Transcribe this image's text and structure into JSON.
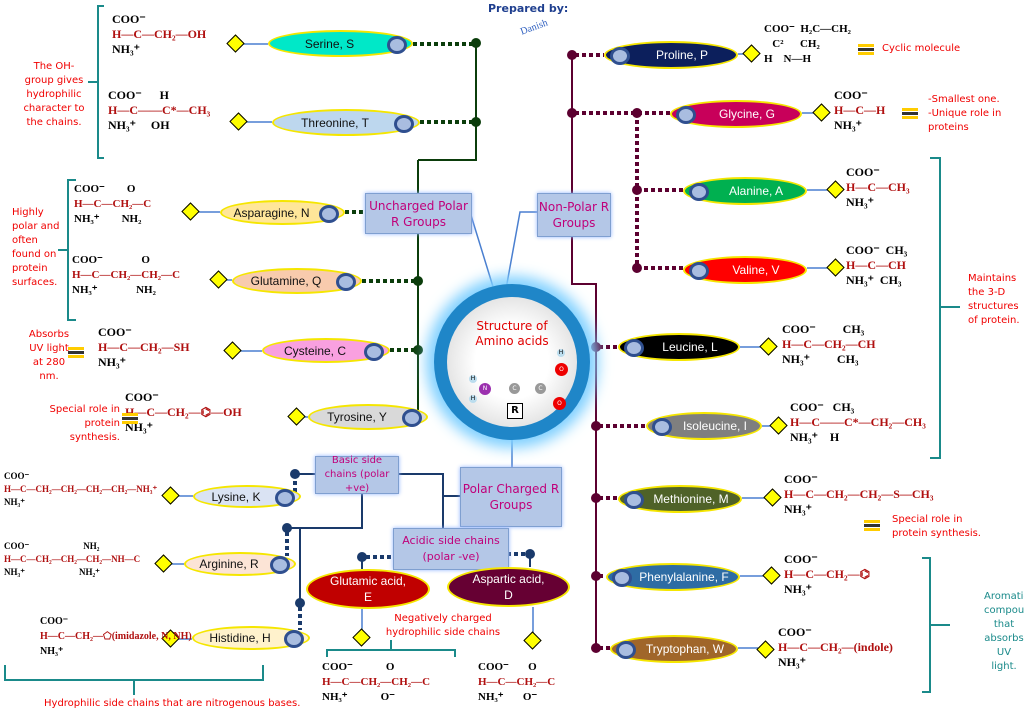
{
  "header": {
    "prepared_by": "Prepared by:",
    "logo_text": "Danish"
  },
  "center": {
    "title_line1": "Structure of",
    "title_line2": "Amino acids",
    "r_label": "R",
    "atoms": [
      "N",
      "C",
      "C",
      "O",
      "O",
      "H",
      "H",
      "H"
    ]
  },
  "groups": {
    "uncharged_polar": "Uncharged Polar R Groups",
    "non_polar": "Non-Polar R Groups",
    "polar_charged": "Polar Charged R Groups",
    "basic": "Basic side chains (polar +ve)",
    "acidic": "Acidic side chains (polar -ve)"
  },
  "amino_acids": [
    {
      "name": "Serine, S",
      "color": "#00e8c8"
    },
    {
      "name": "Threonine, T",
      "color": "#bdd7ee"
    },
    {
      "name": "Asparagine, N",
      "color": "#ffe699"
    },
    {
      "name": "Glutamine, Q",
      "color": "#f8cbad"
    },
    {
      "name": "Cysteine, C",
      "color": "#f9a0e0"
    },
    {
      "name": "Tyrosine, Y",
      "color": "#d9d9d9"
    },
    {
      "name": "Lysine, K",
      "color": "#dae3f3"
    },
    {
      "name": "Arginine, R",
      "color": "#fce4d6"
    },
    {
      "name": "Histidine, H",
      "color": "#fff2cc"
    },
    {
      "name": "Glutamic acid, E",
      "color": "#c00000"
    },
    {
      "name": "Aspartic acid, D",
      "color": "#660033"
    },
    {
      "name": "Proline, P",
      "color": "#0c1f5c"
    },
    {
      "name": "Glycine, G",
      "color": "#c8005a"
    },
    {
      "name": "Alanine, A",
      "color": "#00b050"
    },
    {
      "name": "Valine, V",
      "color": "#ff0000"
    },
    {
      "name": "Leucine, L",
      "color": "#000000"
    },
    {
      "name": "Isoleucine, I",
      "color": "#7f7f7f"
    },
    {
      "name": "Methionine, M",
      "color": "#4f6228"
    },
    {
      "name": "Phenylalanine, F",
      "color": "#2e6ca4"
    },
    {
      "name": "Tryptophan, W",
      "color": "#a0662a"
    }
  ],
  "structures": [
    {
      "top": "COO⁻",
      "mid": "H—C—CH₂—OH",
      "bot": "NH₃⁺"
    },
    {
      "top": "COO⁻      H",
      "mid": "H—C——C*—CH₃",
      "bot": "NH₃⁺     OH"
    },
    {
      "top": "COO⁻        O",
      "mid": "H—C—CH₂—C",
      "bot": "NH₃⁺        NH₂"
    },
    {
      "top": "COO⁻              O",
      "mid": "H—C—CH₂—CH₂—C",
      "bot": "NH₃⁺              NH₂"
    },
    {
      "top": "COO⁻",
      "mid": "H—C—CH₂—SH",
      "bot": "NH₃⁺"
    },
    {
      "top": "COO⁻",
      "mid": "H—C—CH₂—⌬—OH",
      "bot": "NH₃⁺"
    },
    {
      "top": "COO⁻",
      "mid": "H—C—CH₂—CH₂—CH₂—CH₂—NH₃⁺",
      "bot": "NH₃⁺"
    },
    {
      "top": "COO⁻                        NH₂",
      "mid": "H—C—CH₂—CH₂—CH₂—NH—C",
      "bot": "NH₃⁺                        NH₂⁺"
    },
    {
      "top": "COO⁻",
      "mid": "H—C—CH₂—⬠(imidazole, N, NH)",
      "bot": "NH₃⁺"
    },
    {
      "top": "COO⁻            O",
      "mid": "H—C—CH₂—CH₂—C",
      "bot": "NH₃⁺            O⁻"
    },
    {
      "top": "COO⁻       O",
      "mid": "H—C—CH₂—C",
      "bot": "NH₃⁺       O⁻"
    },
    {
      "top": "COO⁻  H₂C—CH₂",
      "mid": "   C²      CH₂",
      "bot": "H    N—H"
    },
    {
      "top": "COO⁻",
      "mid": "H—C—H",
      "bot": "NH₃⁺"
    },
    {
      "top": "COO⁻",
      "mid": "H—C—CH₃",
      "bot": "NH₃⁺"
    },
    {
      "top": "COO⁻  CH₃",
      "mid": "H—C—CH",
      "bot": "NH₃⁺  CH₃"
    },
    {
      "top": "COO⁻         CH₃",
      "mid": "H—C—CH₂—CH",
      "bot": "NH₃⁺         CH₃"
    },
    {
      "top": "COO⁻   CH₃",
      "mid": "H—C——C*—CH₂—CH₃",
      "bot": "NH₃⁺    H"
    },
    {
      "top": "COO⁻",
      "mid": "H—C—CH₂—CH₂—S—CH₃",
      "bot": "NH₃⁺"
    },
    {
      "top": "COO⁻",
      "mid": "H—C—CH₂—⌬",
      "bot": "NH₃⁺"
    },
    {
      "top": "COO⁻",
      "mid": "H—C—CH₂—(indole)",
      "bot": "NH₃⁺"
    }
  ],
  "notes": {
    "oh_group": "The OH-group gives hydrophilic character to the chains.",
    "highly_polar": "Highly polar and often found on protein surfaces.",
    "absorbs_uv": "Absorbs UV light at 280 nm.",
    "tyrosine_role": "Special role in protein synthesis.",
    "nitrogenous": "Hydrophilic side chains that are nitrogenous bases.",
    "negatively_charged": "Negatively charged hydrophilic side chains",
    "cyclic": "Cyclic molecule",
    "glycine_1": "-Smallest one.",
    "glycine_2": "-Unique role in proteins",
    "maintains": "Maintains the 3-D structures of protein.",
    "methionine_role": "Special role in protein synthesis.",
    "aromatic": "Aromatic compounds that absorbs UV light."
  },
  "colors": {
    "polar_line": "#0b3d0b",
    "nonpolar_line": "#5c0030",
    "charged_line": "#1a3a6b",
    "bracket": "#1a8a8a",
    "note": "#f00000",
    "group_box": "#b4c7e7",
    "group_text": "#c0007a"
  }
}
